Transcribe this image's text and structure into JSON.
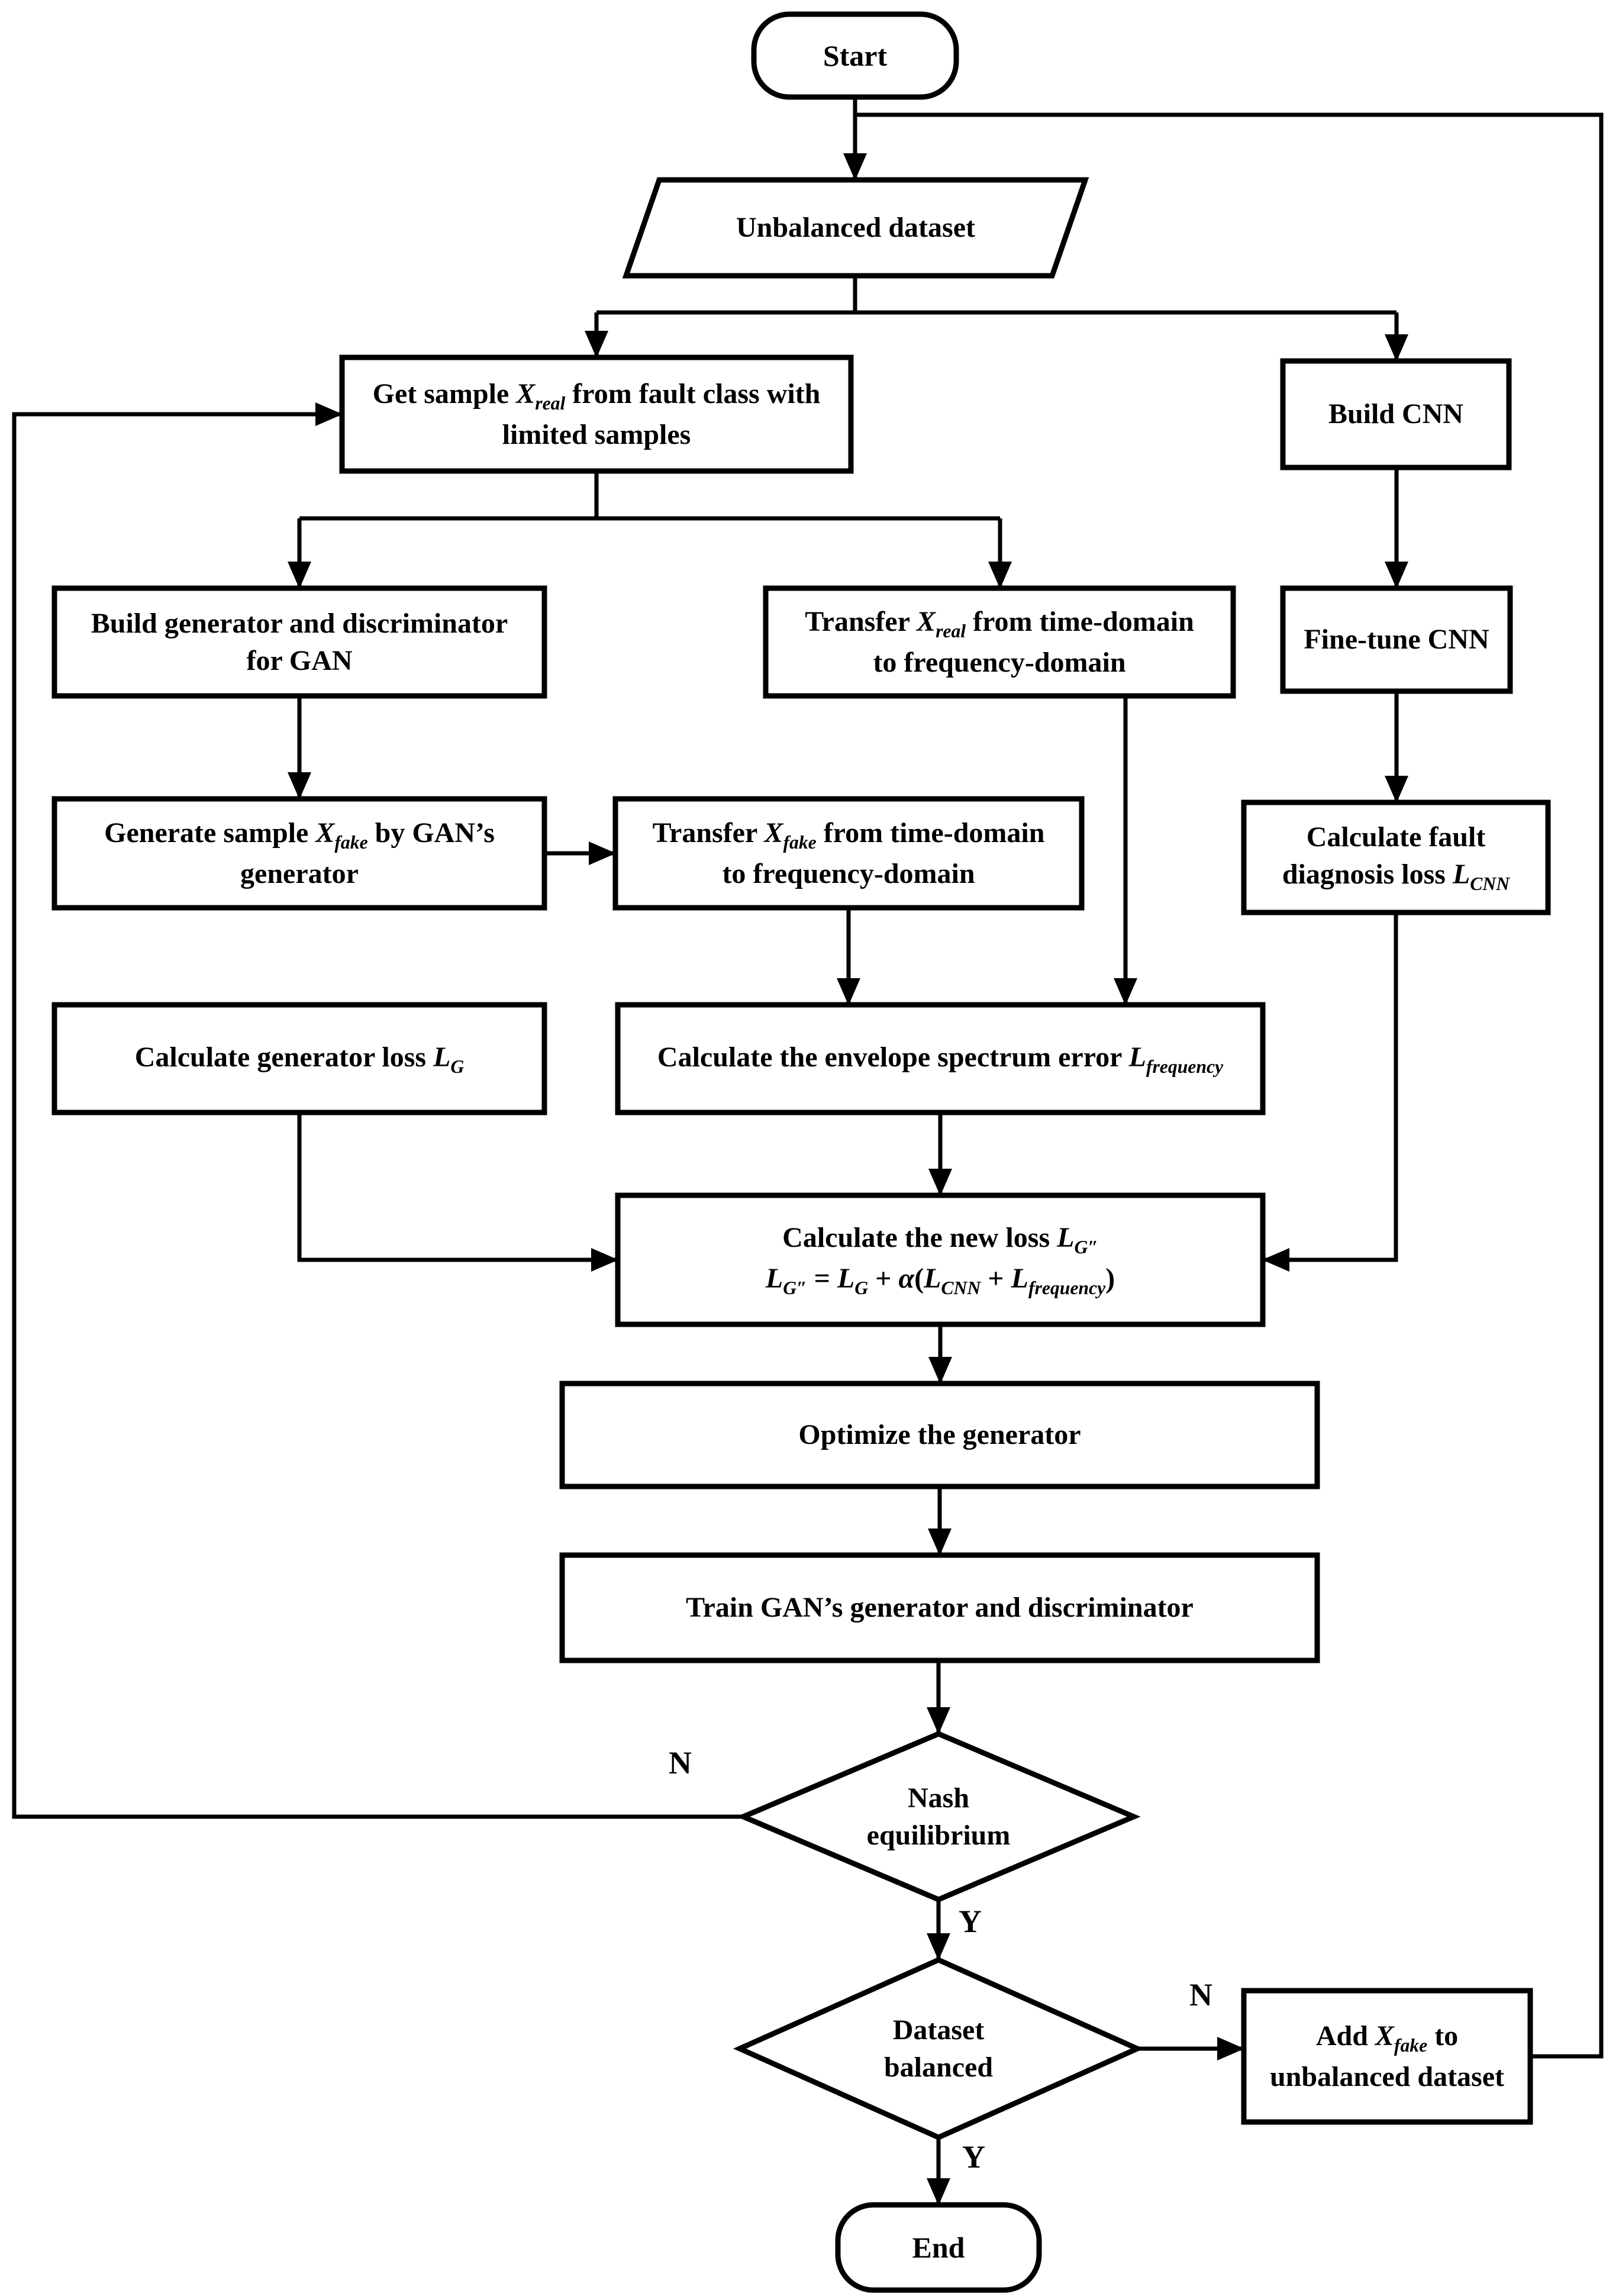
{
  "figure": {
    "kind": "flowchart",
    "background": "#ffffff"
  },
  "colors": {
    "stroke": "#000000",
    "shape_fill": "#ffffff",
    "text": "#000000"
  },
  "nodes": {
    "start": {
      "type": "terminator",
      "lines": [
        [
          {
            "t": "Start"
          }
        ]
      ]
    },
    "unbalanced_dataset": {
      "type": "data",
      "lines": [
        [
          {
            "t": "Unbalanced dataset"
          }
        ]
      ]
    },
    "get_sample": {
      "type": "process",
      "lines": [
        [
          {
            "t": "Get sample "
          },
          {
            "t": "X",
            "i": true
          },
          {
            "t": "real",
            "i": true,
            "sub": true
          },
          {
            "t": " from fault class with"
          }
        ],
        [
          {
            "t": "limited samples"
          }
        ]
      ]
    },
    "build_cnn": {
      "type": "process",
      "lines": [
        [
          {
            "t": "Build CNN"
          }
        ]
      ]
    },
    "build_gan": {
      "type": "process",
      "lines": [
        [
          {
            "t": "Build generator and discriminator"
          }
        ],
        [
          {
            "t": "for GAN"
          }
        ]
      ]
    },
    "transfer_real": {
      "type": "process",
      "lines": [
        [
          {
            "t": "Transfer "
          },
          {
            "t": "X",
            "i": true
          },
          {
            "t": "real",
            "i": true,
            "sub": true
          },
          {
            "t": " from time-domain"
          }
        ],
        [
          {
            "t": "to frequency-domain"
          }
        ]
      ]
    },
    "fine_tune_cnn": {
      "type": "process",
      "lines": [
        [
          {
            "t": "Fine-tune CNN"
          }
        ]
      ]
    },
    "generate_fake": {
      "type": "process",
      "lines": [
        [
          {
            "t": "Generate sample "
          },
          {
            "t": "X",
            "i": true
          },
          {
            "t": "fake",
            "i": true,
            "sub": true
          },
          {
            "t": " by GAN’s"
          }
        ],
        [
          {
            "t": "generator"
          }
        ]
      ]
    },
    "transfer_fake": {
      "type": "process",
      "lines": [
        [
          {
            "t": "Transfer "
          },
          {
            "t": "X",
            "i": true
          },
          {
            "t": "fake",
            "i": true,
            "sub": true
          },
          {
            "t": " from time-domain"
          }
        ],
        [
          {
            "t": "to frequency-domain"
          }
        ]
      ]
    },
    "calc_cnn_loss": {
      "type": "process",
      "lines": [
        [
          {
            "t": "Calculate fault"
          }
        ],
        [
          {
            "t": "diagnosis loss "
          },
          {
            "t": "L",
            "i": true
          },
          {
            "t": "CNN",
            "i": true,
            "sub": true
          }
        ]
      ]
    },
    "calc_gen_loss": {
      "type": "process",
      "lines": [
        [
          {
            "t": "Calculate generator loss "
          },
          {
            "t": "L",
            "i": true
          },
          {
            "t": "G",
            "i": true,
            "sub": true
          }
        ]
      ]
    },
    "calc_envelope": {
      "type": "process",
      "lines": [
        [
          {
            "t": "Calculate the envelope spectrum error "
          },
          {
            "t": "L",
            "i": true
          },
          {
            "t": "frequency",
            "i": true,
            "sub": true
          }
        ]
      ]
    },
    "calc_new_loss": {
      "type": "process",
      "lines": [
        [
          {
            "t": "Calculate the new loss "
          },
          {
            "t": "L",
            "i": true
          },
          {
            "t": "G″",
            "i": true,
            "sub": true
          }
        ],
        [
          {
            "t": "L",
            "i": true
          },
          {
            "t": "G″",
            "i": true,
            "sub": true
          },
          {
            "t": " = "
          },
          {
            "t": "L",
            "i": true
          },
          {
            "t": "G",
            "i": true,
            "sub": true
          },
          {
            "t": " + "
          },
          {
            "t": "α",
            "i": true
          },
          {
            "t": "("
          },
          {
            "t": "L",
            "i": true
          },
          {
            "t": "CNN",
            "i": true,
            "sub": true
          },
          {
            "t": " + "
          },
          {
            "t": "L",
            "i": true
          },
          {
            "t": "frequency",
            "i": true,
            "sub": true
          },
          {
            "t": ")"
          }
        ]
      ]
    },
    "optimize_generator": {
      "type": "process",
      "lines": [
        [
          {
            "t": "Optimize the generator"
          }
        ]
      ]
    },
    "train_gan": {
      "type": "process",
      "lines": [
        [
          {
            "t": "Train GAN’s generator and discriminator"
          }
        ]
      ]
    },
    "nash_equilibrium": {
      "type": "decision",
      "lines": [
        [
          {
            "t": "Nash"
          }
        ],
        [
          {
            "t": "equilibrium"
          }
        ]
      ]
    },
    "dataset_balanced": {
      "type": "decision",
      "lines": [
        [
          {
            "t": "Dataset"
          }
        ],
        [
          {
            "t": "balanced"
          }
        ]
      ]
    },
    "add_fake": {
      "type": "process",
      "lines": [
        [
          {
            "t": "Add "
          },
          {
            "t": "X",
            "i": true
          },
          {
            "t": "fake",
            "i": true,
            "sub": true
          },
          {
            "t": " to"
          }
        ],
        [
          {
            "t": "unbalanced dataset"
          }
        ]
      ]
    },
    "end": {
      "type": "terminator",
      "lines": [
        [
          {
            "t": "End"
          }
        ]
      ]
    }
  },
  "edge_labels": {
    "nash_no": "N",
    "nash_yes": "Y",
    "balanced_no": "N",
    "balanced_yes": "Y"
  }
}
